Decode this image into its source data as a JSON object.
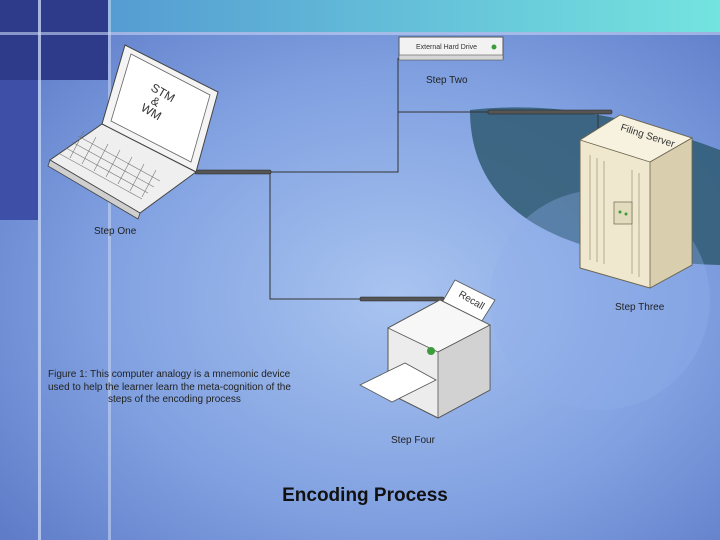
{
  "slide": {
    "title": "Encoding Process",
    "caption_lines": [
      "Figure 1: This computer analogy is a mnemonic device",
      "used to help the learner learn the meta-cognition of the",
      "steps of the encoding process"
    ]
  },
  "devices": {
    "laptop": {
      "screen_text": [
        "STM",
        "&",
        "WM"
      ]
    },
    "hard_drive": {
      "label": "External Hard Drive"
    },
    "server": {
      "label": "Filing Server"
    },
    "printer": {
      "paper_text": "Recall"
    }
  },
  "steps": {
    "one": "Step One",
    "two": "Step Two",
    "three": "Step Three",
    "four": "Step Four"
  },
  "colors": {
    "background": "#7a9ad8",
    "dark_band": "#2e3a8a",
    "teal_band": "#6ad6d8",
    "connector": "#333333"
  }
}
